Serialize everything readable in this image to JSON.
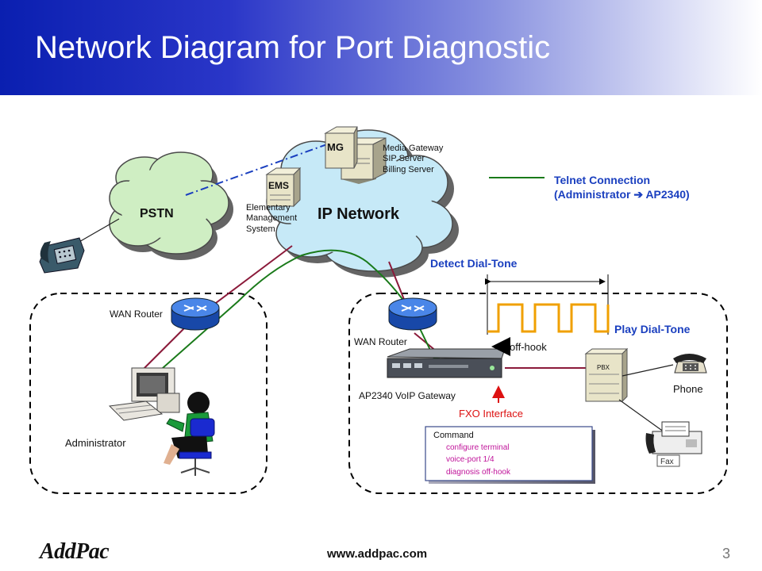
{
  "slide": {
    "title": "Network Diagram for Port Diagnostic",
    "footer_url": "www.addpac.com",
    "page_number": "3",
    "logo_text": "AddPac"
  },
  "legend": {
    "telnet_line1": "Telnet Connection",
    "telnet_line2_a": "(Administrator ",
    "telnet_line2_b": " AP2340)"
  },
  "clouds": {
    "pstn": "PSTN",
    "ip_network": "IP Network"
  },
  "servers": {
    "mg_label": "MG",
    "mg_desc": [
      "Media Gateway",
      "SIP Server",
      "Billing Server"
    ],
    "ems_label": "EMS",
    "ems_desc": [
      "Elementary",
      "Management",
      "System"
    ]
  },
  "left_site": {
    "router_label": "WAN Router",
    "admin_label": "Administrator"
  },
  "right_site": {
    "router_label": "WAN Router",
    "gateway_label": "AP2340  VoIP Gateway",
    "fxo_label": "FXO Interface",
    "offhook_label": "off-hook",
    "pbx_label": "PBX",
    "phone_label": "Phone",
    "fax_label": "Fax"
  },
  "signals": {
    "detect": "Detect Dial-Tone",
    "play": "Play Dial-Tone"
  },
  "command_box": {
    "title": "Command",
    "lines": [
      "configure terminal",
      "voice-port 1/4",
      "diagnosis off-hook"
    ]
  },
  "colors": {
    "accent_blue": "#1a3fbf",
    "telnet_green": "#1a7a1a",
    "fxo_red": "#dd1111",
    "cable_maroon": "#8b1a3a",
    "command_magenta": "#c0149a",
    "dial_tone_orange": "#f0a000"
  }
}
